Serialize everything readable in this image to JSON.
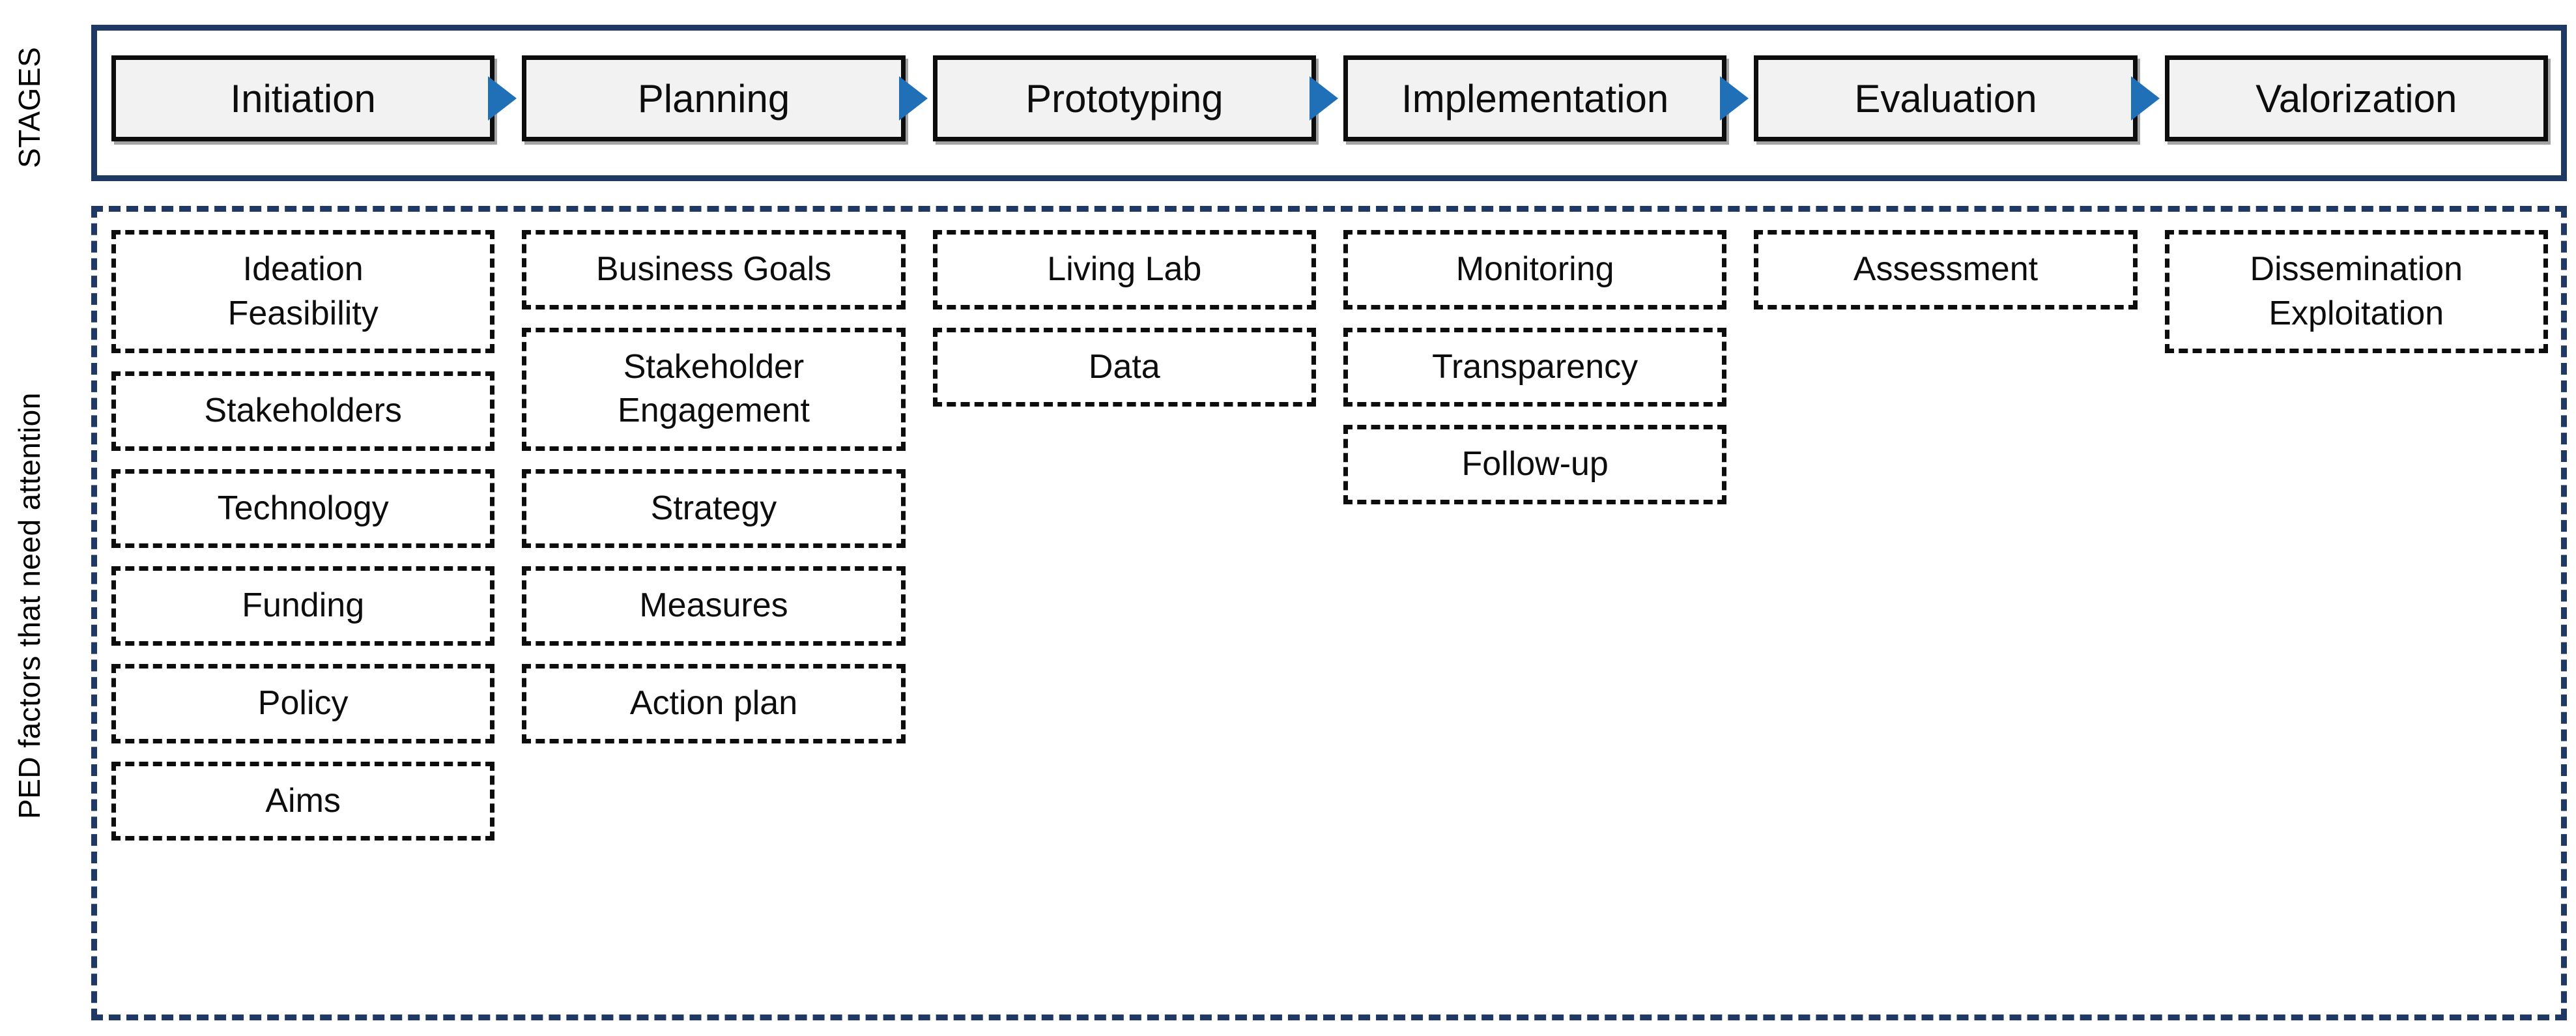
{
  "labels": {
    "stages_axis": "STAGES",
    "ped_axis": "PED factors that need attention"
  },
  "colors": {
    "stage_border": "#0D0D0D",
    "stage_fill": "#F2F2F2",
    "arrow": "#2070B8",
    "container_border": "#1F3864",
    "factor_border": "#0D0D0D",
    "text": "#0D0D0D"
  },
  "stages": [
    {
      "label": "Initiation",
      "arrow": "arrow-right-icon"
    },
    {
      "label": "Planning",
      "arrow": "arrow-right-icon"
    },
    {
      "label": "Prototyping",
      "arrow": "arrow-right-icon"
    },
    {
      "label": "Implementation",
      "arrow": "arrow-right-icon"
    },
    {
      "label": "Evaluation",
      "arrow": "arrow-right-icon"
    },
    {
      "label": "Valorization",
      "arrow": ""
    }
  ],
  "columns": [
    {
      "stage": "Initiation",
      "factors": [
        {
          "lines": [
            "Ideation",
            "Feasibility"
          ]
        },
        {
          "lines": [
            "Stakeholders"
          ]
        },
        {
          "lines": [
            "Technology"
          ]
        },
        {
          "lines": [
            "Funding"
          ]
        },
        {
          "lines": [
            "Policy"
          ]
        },
        {
          "lines": [
            "Aims"
          ]
        }
      ]
    },
    {
      "stage": "Planning",
      "factors": [
        {
          "lines": [
            "Business Goals"
          ]
        },
        {
          "lines": [
            "Stakeholder",
            "Engagement"
          ]
        },
        {
          "lines": [
            "Strategy"
          ]
        },
        {
          "lines": [
            "Measures"
          ]
        },
        {
          "lines": [
            "Action plan"
          ]
        }
      ]
    },
    {
      "stage": "Prototyping",
      "factors": [
        {
          "lines": [
            "Living Lab"
          ]
        },
        {
          "lines": [
            "Data"
          ]
        }
      ]
    },
    {
      "stage": "Implementation",
      "factors": [
        {
          "lines": [
            "Monitoring"
          ]
        },
        {
          "lines": [
            "Transparency"
          ]
        },
        {
          "lines": [
            "Follow-up"
          ]
        }
      ]
    },
    {
      "stage": "Evaluation",
      "factors": [
        {
          "lines": [
            "Assessment"
          ]
        }
      ]
    },
    {
      "stage": "Valorization",
      "factors": [
        {
          "lines": [
            "Dissemination",
            "Exploitation"
          ]
        }
      ]
    }
  ]
}
